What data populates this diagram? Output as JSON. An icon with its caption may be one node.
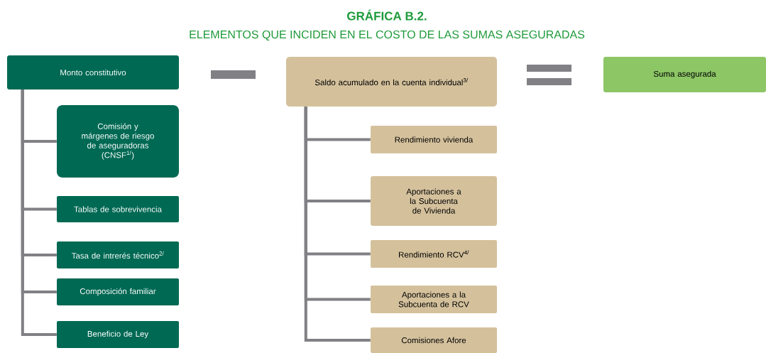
{
  "diagram": {
    "title": "GRÁFICA B.2.",
    "nodes": [
      {
        "text": [
          "Monto constitutivo"
        ]
      },
      {
        "text": [
          "Comisión y márgenes de riesgo de aseguradoras (CNSF$^{1/}$)"
        ]
      },
      {
        "text": [
          "Tablas de sobrevivencia"
        ]
      },
      {
        "text": [
          "Tasa de intrerés técnico$^{2/}$"
        ]
      },
      {
        "text": [
          "Composición familiar"
        ]
      },
      {
        "text": [
          "Beneficio de Ley"
        ]
      },
      {
        "text": [
          "Saldo acumulado en la cuenta individual$^{3/}$"
        ]
      },
      {
        "text": [
          "Rendimiento vivienda"
        ]
      },
      {
        "text": [
          "Aportaciones a la Subcuenta de Vivienda"
        ]
      },
      {
        "text": [
          "Rendimiento RCV$^{4/}$"
        ]
      },
      {
        "text": [
          "Aportaciones a la Subcuenta de RCV"
        ]
      },
      {
        "text": [
          "Comisiones Afore"
        ]
      },
      {
        "text": [
          "Suma asegurada"
        ]
      }
    ],
    "edges": [
      {
        "from": 0,
        "to": 1,
        "arrow": "none"
      },
      {
        "from": 0,
        "to": 2,
        "arrow": "none"
      },
      {
        "from": 0,
        "to": 3,
        "arrow": "none"
      },
      {
        "from": 0,
        "to": 4,
        "arrow": "none"
      },
      {
        "from": 0,
        "to": 5,
        "arrow": "none"
      },
      {
        "from": 6,
        "to": 7,
        "arrow": "none"
      },
      {
        "from": 6,
        "to": 8,
        "arrow": "none"
      },
      {
        "from": 6,
        "to": 9,
        "arrow": "none"
      },
      {
        "from": 6,
        "to": 10,
        "arrow": "none"
      },
      {
        "from": 6,
        "to": 11,
        "arrow": "none"
      }
    ],
    "labels": [
      "ELEMENTOS QUE INCIDEN EN EL COSTO DE LAS SUMAS ASEGURADAS"
    ]
  }
}
